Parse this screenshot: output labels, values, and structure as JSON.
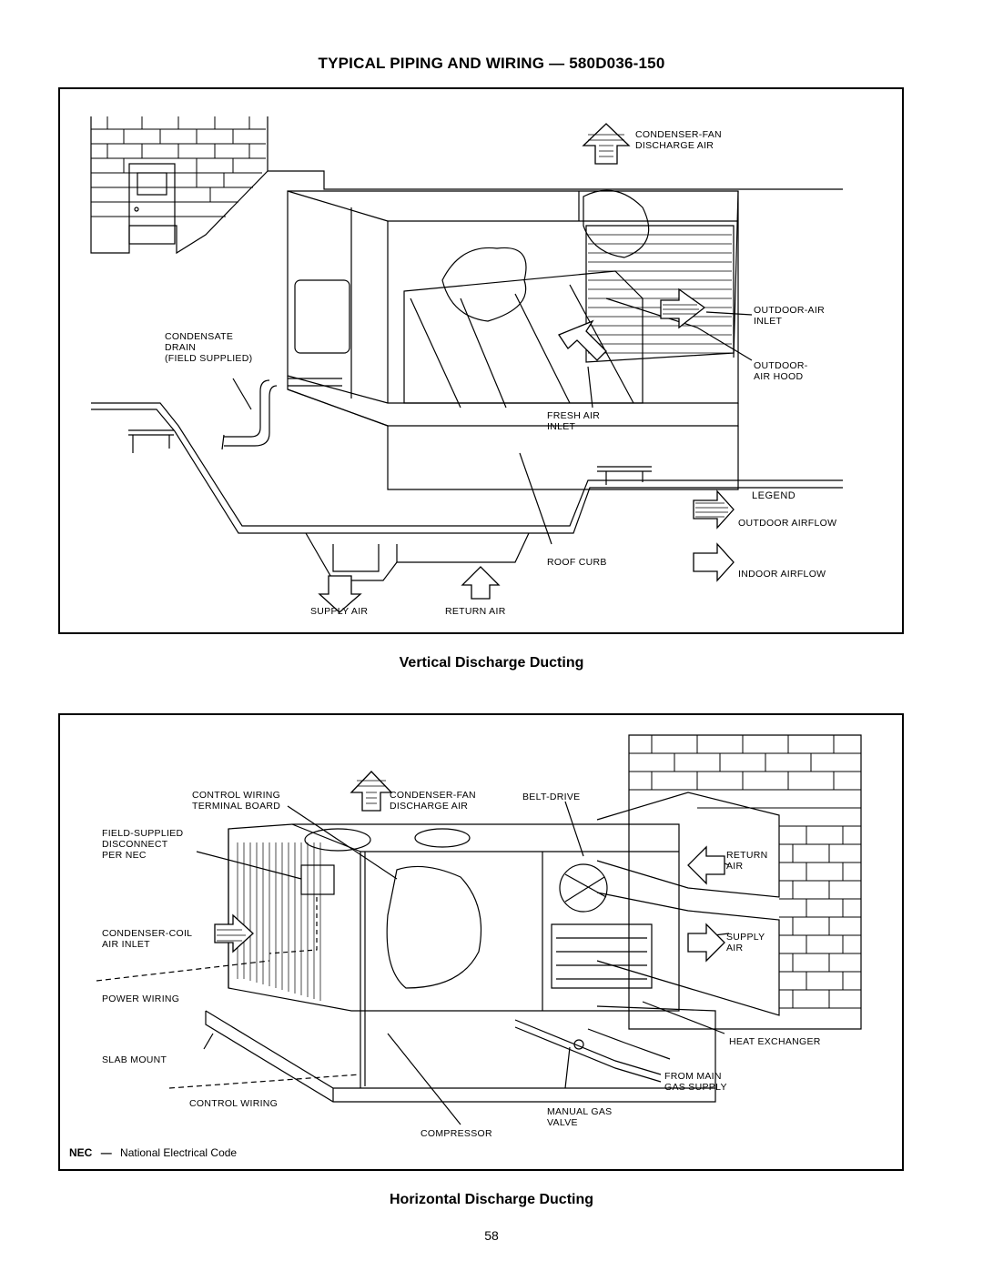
{
  "page": {
    "title": "TYPICAL PIPING AND WIRING — 580D036-150",
    "caption_vertical": "Vertical Discharge Ducting",
    "caption_horizontal": "Horizontal Discharge Ducting",
    "page_number": "58"
  },
  "vertical_diagram": {
    "labels": {
      "condenser_fan_discharge_air": "CONDENSER-FAN\nDISCHARGE AIR",
      "outdoor_air_inlet": "OUTDOOR-AIR\nINLET",
      "condensate_drain": "CONDENSATE\nDRAIN\n(FIELD SUPPLIED)",
      "outdoor_air_hood": "OUTDOOR-\nAIR HOOD",
      "fresh_air_inlet": "FRESH AIR\nINLET",
      "roof_curb": "ROOF CURB",
      "supply_air": "SUPPLY AIR",
      "return_air": "RETURN AIR"
    },
    "legend": {
      "title": "LEGEND",
      "outdoor_airflow": "OUTDOOR AIRFLOW",
      "indoor_airflow": "INDOOR AIRFLOW"
    }
  },
  "horizontal_diagram": {
    "labels": {
      "control_wiring_terminal_board": "CONTROL WIRING\nTERMINAL BOARD",
      "condenser_fan_discharge_air": "CONDENSER-FAN\nDISCHARGE AIR",
      "belt_drive": "BELT-DRIVE",
      "field_supplied_disconnect": "FIELD-SUPPLIED\nDISCONNECT\nPER NEC",
      "return_air": "RETURN\nAIR",
      "condenser_coil_air_inlet": "CONDENSER-COIL\nAIR INLET",
      "supply_air": "SUPPLY\nAIR",
      "power_wiring": "POWER WIRING",
      "heat_exchanger": "HEAT EXCHANGER",
      "slab_mount": "SLAB MOUNT",
      "from_main_gas_supply": "FROM MAIN\nGAS SUPPLY",
      "control_wiring": "CONTROL WIRING",
      "manual_gas_valve": "MANUAL GAS\nVALVE",
      "compressor": "COMPRESSOR"
    },
    "footnote": {
      "abbr": "NEC",
      "dash": "—",
      "text": "National Electrical Code"
    }
  }
}
